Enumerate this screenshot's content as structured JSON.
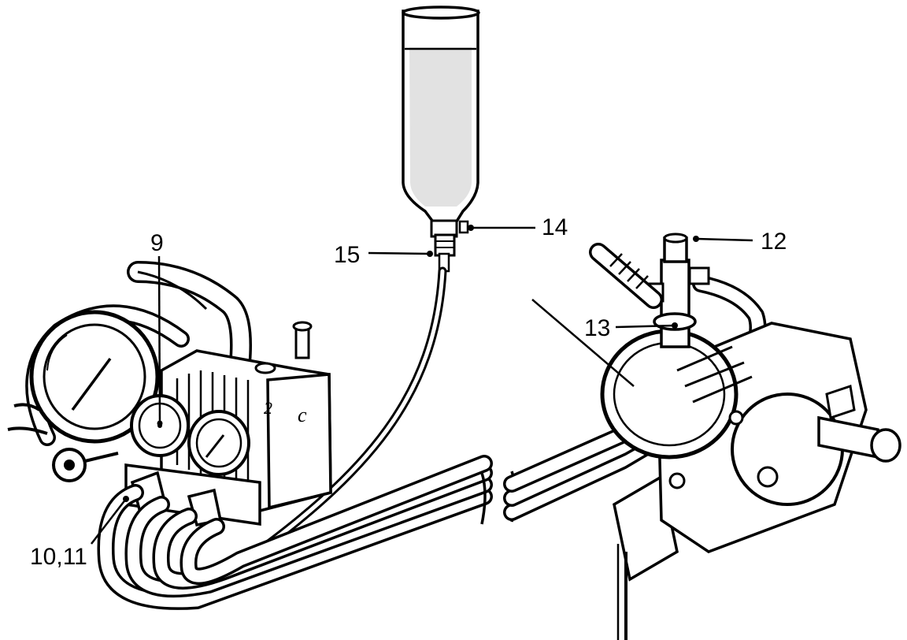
{
  "diagram": {
    "callouts": {
      "c9": "9",
      "c10_11": "10,11",
      "c12": "12",
      "c13": "13",
      "c14": "14",
      "c15": "15"
    },
    "colors": {
      "ink": "#000000",
      "paper": "#ffffff",
      "bottle_fill": "#e2e2e2"
    },
    "icons": [
      "pressure-gauge-icon",
      "reservoir-bottle-icon",
      "injection-pump-icon",
      "hose-bundle-icon"
    ]
  }
}
